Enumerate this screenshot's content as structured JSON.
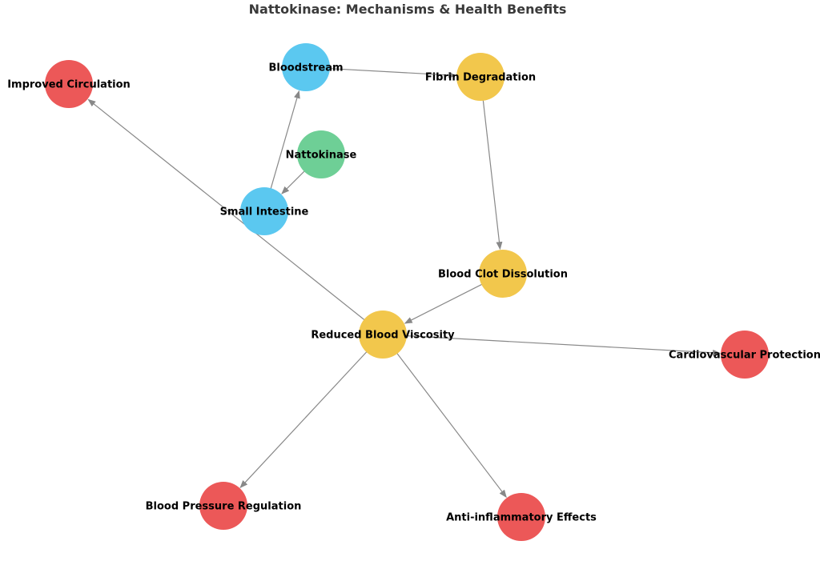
{
  "title": "Nattokinase: Mechanisms & Health Benefits",
  "colors": {
    "source": "#6ecf96",
    "absorption": "#5bc8f0",
    "mechanism": "#f2c74c",
    "benefit": "#ec5858",
    "edge": "#888888"
  },
  "nodes": [
    {
      "id": "nattokinase",
      "label": "Nattokinase",
      "group": "source"
    },
    {
      "id": "small_intestine",
      "label": "Small Intestine",
      "group": "absorption"
    },
    {
      "id": "bloodstream",
      "label": "Bloodstream",
      "group": "absorption"
    },
    {
      "id": "fibrin_degradation",
      "label": "Fibrin Degradation",
      "group": "mechanism"
    },
    {
      "id": "blood_clot_dissolution",
      "label": "Blood Clot Dissolution",
      "group": "mechanism"
    },
    {
      "id": "reduced_blood_viscosity",
      "label": "Reduced Blood Viscosity",
      "group": "mechanism"
    },
    {
      "id": "improved_circulation",
      "label": "Improved Circulation",
      "group": "benefit"
    },
    {
      "id": "cardiovascular_protection",
      "label": "Cardiovascular Protection",
      "group": "benefit"
    },
    {
      "id": "blood_pressure_regulation",
      "label": "Blood Pressure Regulation",
      "group": "benefit"
    },
    {
      "id": "anti_inflammatory_effects",
      "label": "Anti-inflammatory Effects",
      "group": "benefit"
    }
  ],
  "edges": [
    {
      "from": "nattokinase",
      "to": "small_intestine"
    },
    {
      "from": "small_intestine",
      "to": "bloodstream"
    },
    {
      "from": "bloodstream",
      "to": "fibrin_degradation"
    },
    {
      "from": "fibrin_degradation",
      "to": "blood_clot_dissolution"
    },
    {
      "from": "blood_clot_dissolution",
      "to": "reduced_blood_viscosity"
    },
    {
      "from": "reduced_blood_viscosity",
      "to": "improved_circulation"
    },
    {
      "from": "reduced_blood_viscosity",
      "to": "cardiovascular_protection"
    },
    {
      "from": "reduced_blood_viscosity",
      "to": "blood_pressure_regulation"
    },
    {
      "from": "reduced_blood_viscosity",
      "to": "anti_inflammatory_effects"
    }
  ]
}
